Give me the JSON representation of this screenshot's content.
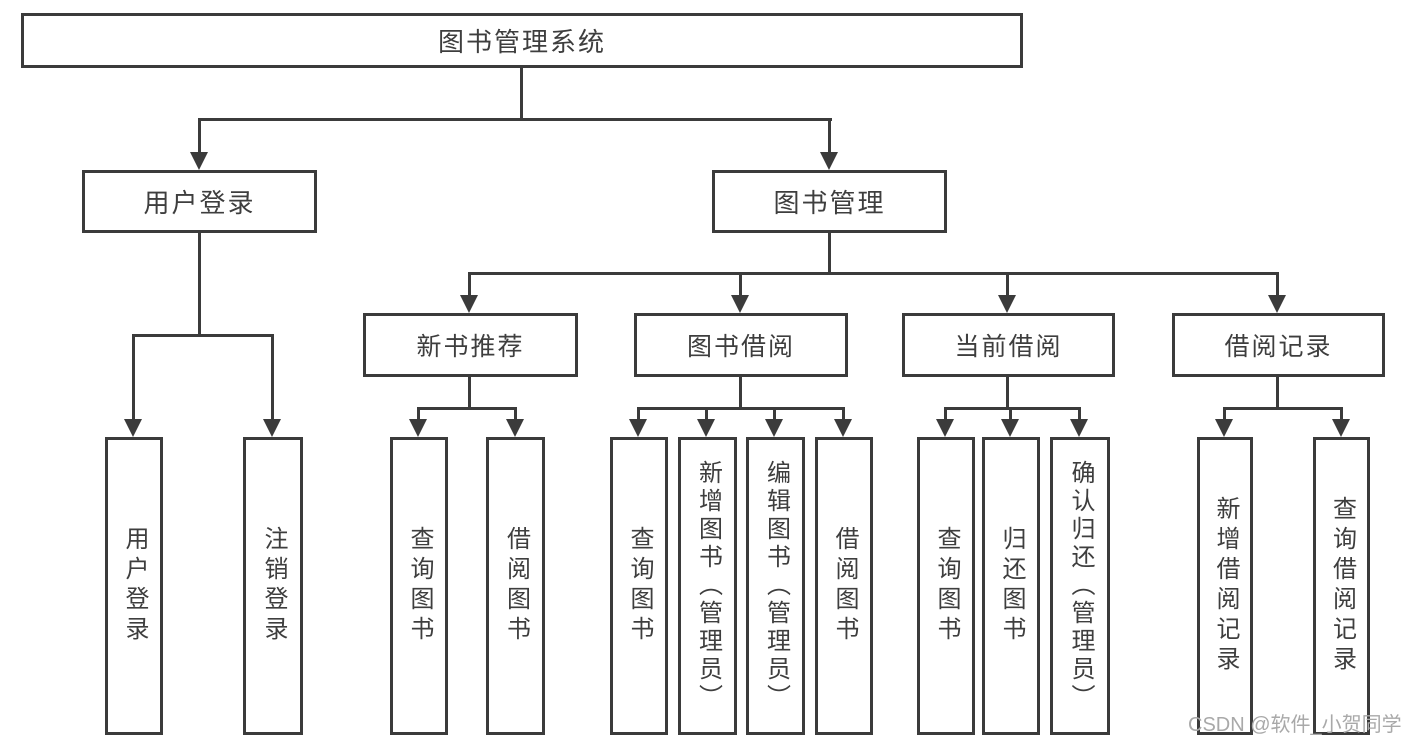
{
  "diagram": {
    "root": {
      "label": "图书管理系统"
    },
    "level1": [
      {
        "label": "用户登录"
      },
      {
        "label": "图书管理"
      }
    ],
    "level2": [
      {
        "label": "新书推荐"
      },
      {
        "label": "图书借阅"
      },
      {
        "label": "当前借阅"
      },
      {
        "label": "借阅记录"
      }
    ],
    "leaves": {
      "login": [
        {
          "label": "用户登录"
        },
        {
          "label": "注销登录"
        }
      ],
      "recommend": [
        {
          "label": "查询图书"
        },
        {
          "label": "借阅图书"
        }
      ],
      "borrow": [
        {
          "label": "查询图书"
        },
        {
          "label": "新增图书（管理员）"
        },
        {
          "label": "编辑图书（管理员）"
        },
        {
          "label": "借阅图书"
        }
      ],
      "current": [
        {
          "label": "查询图书"
        },
        {
          "label": "归还图书"
        },
        {
          "label": "确认归还（管理员）"
        }
      ],
      "records": [
        {
          "label": "新增借阅记录"
        },
        {
          "label": "查询借阅记录"
        }
      ]
    }
  },
  "watermark": {
    "text": "CSDN @软件_小贺同学"
  },
  "colors": {
    "line": "#3b3b3b",
    "text": "#3e3e3e",
    "background": "#ffffff",
    "watermark": "#a9a9a9"
  }
}
